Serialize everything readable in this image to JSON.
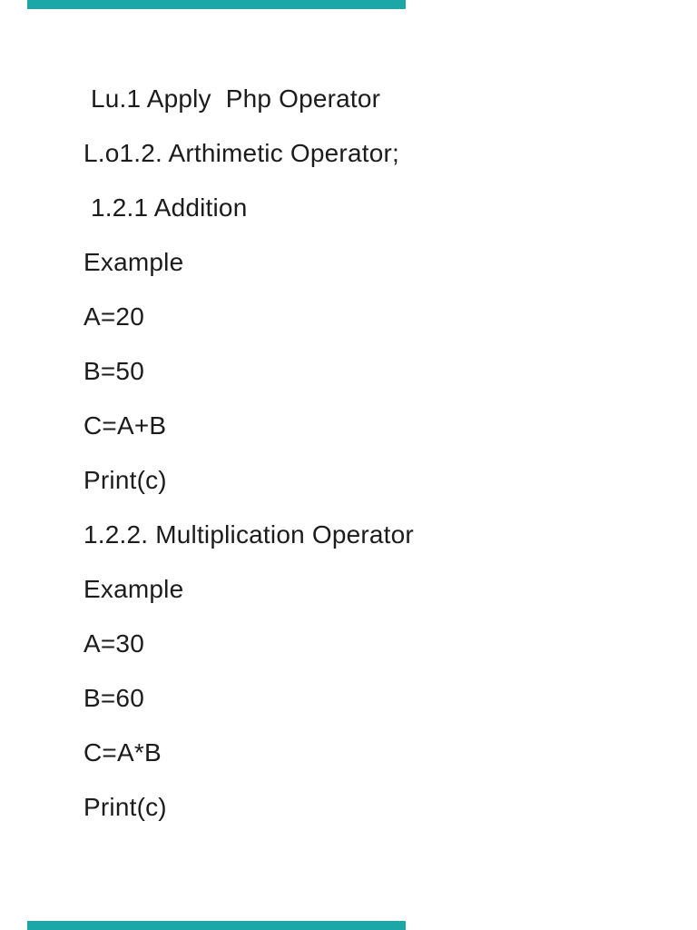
{
  "page": {
    "background_color": "#ffffff",
    "text_color": "#1c1c1c",
    "highlight_bar_color": "#1ba7a8"
  },
  "document": {
    "lines": [
      " Lu.1 Apply  Php Operator",
      "L.o1.2. Arthimetic Operator;",
      " 1.2.1 Addition",
      "Example",
      "A=20",
      "B=50",
      "C=A+B",
      "Print(c)",
      "1.2.2. Multiplication Operator",
      "Example",
      "A=30",
      "B=60",
      "C=A*B",
      "Print(c)"
    ]
  }
}
